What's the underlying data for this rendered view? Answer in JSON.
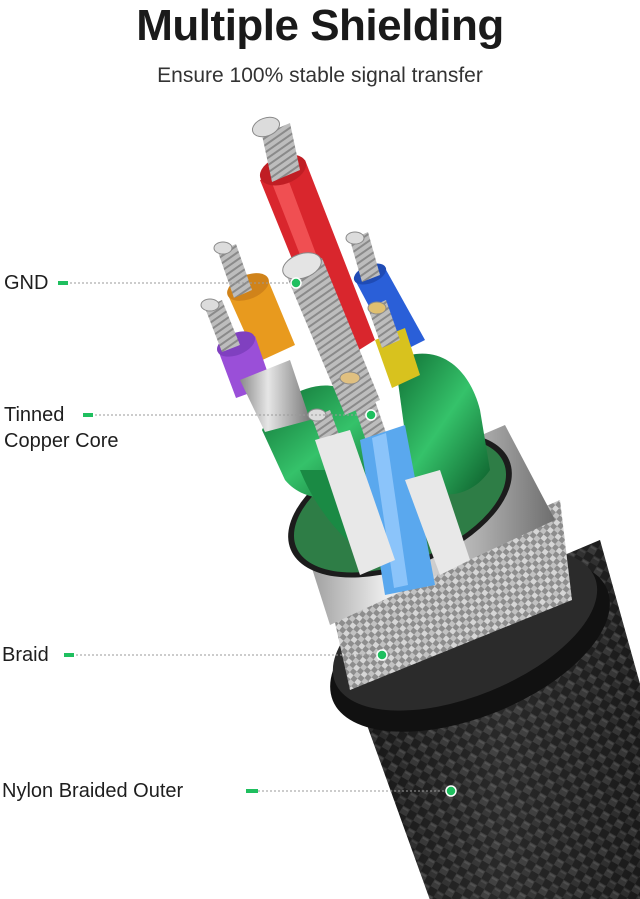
{
  "header": {
    "title": "Multiple Shielding",
    "subtitle": "Ensure 100% stable signal transfer"
  },
  "callouts": [
    {
      "id": "gnd",
      "text": "GND"
    },
    {
      "id": "tinned-copper-core",
      "text": "Tinned\nCopper Core"
    },
    {
      "id": "braid",
      "text": "Braid"
    },
    {
      "id": "nylon-braided-outer",
      "text": "Nylon Braided Outer"
    }
  ],
  "colors": {
    "accent": "#1fbf5f",
    "wire_red": "#e0242b",
    "wire_blue": "#2a5fd8",
    "wire_orange": "#e89a1e",
    "wire_purple": "#9a4fd8",
    "wire_yellow": "#d8c21e",
    "wire_light_blue": "#5aa8ee",
    "shield_green": "#1f9a4a",
    "foil_silver": "#c8c8c8",
    "jacket_black": "#1c1c1c"
  }
}
